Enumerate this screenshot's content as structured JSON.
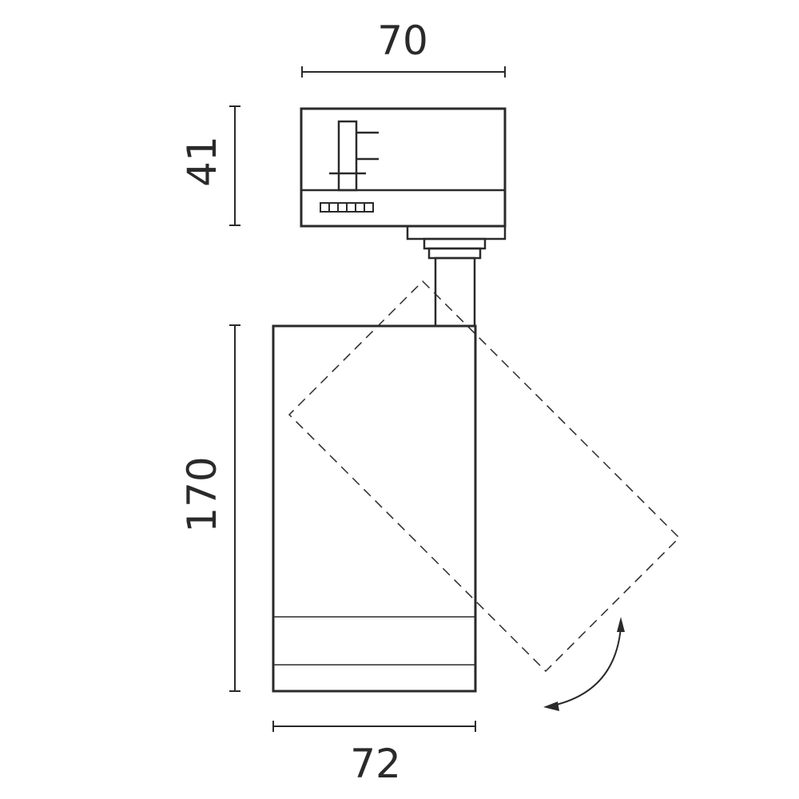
{
  "dimensions": {
    "top_width": "70",
    "adapter_height": "41",
    "body_height": "170",
    "body_width": "72"
  },
  "colors": {
    "line": "#2a2a2a",
    "background": "#ffffff"
  }
}
